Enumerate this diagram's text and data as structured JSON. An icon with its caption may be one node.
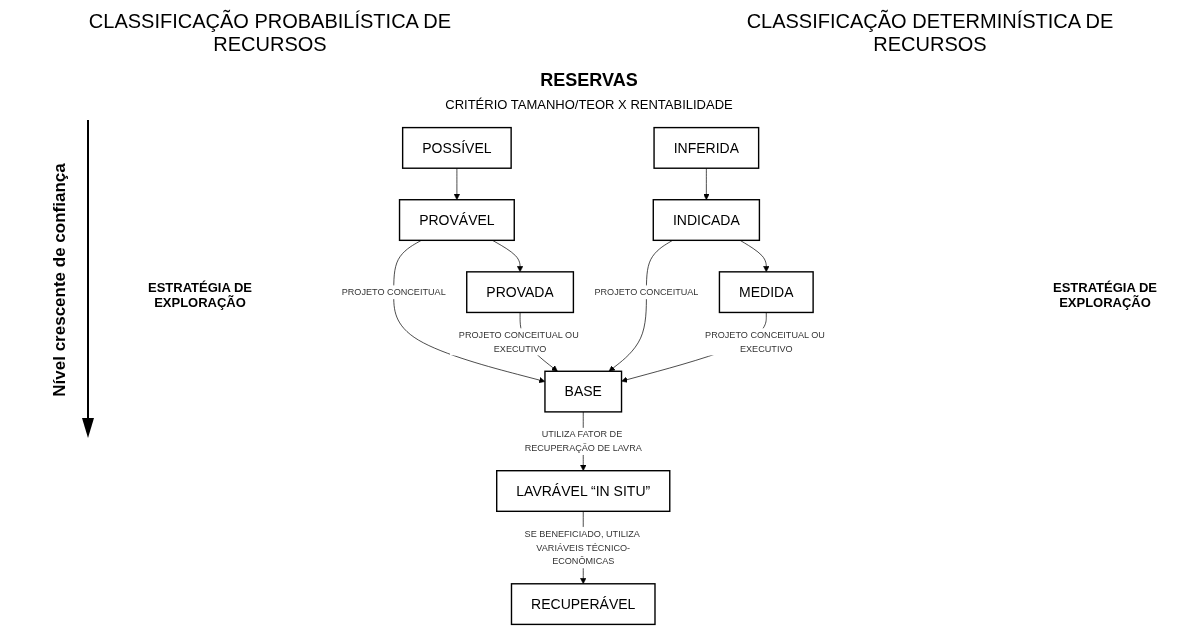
{
  "diagram": {
    "nodes": [
      {
        "text": [
          "POSSÍVEL"
        ]
      },
      {
        "text": [
          "PROVÁVEL"
        ]
      },
      {
        "text": [
          "PROVADA"
        ]
      },
      {
        "text": [
          "INFERIDA"
        ]
      },
      {
        "text": [
          "INDICADA"
        ]
      },
      {
        "text": [
          "MEDIDA"
        ]
      },
      {
        "text": [
          "BASE"
        ]
      },
      {
        "text": [
          "LAVRÁVEL “IN SITU”"
        ]
      },
      {
        "text": [
          "RECUPERÁVEL"
        ]
      }
    ],
    "edges": [
      {
        "from": 0,
        "to": 1,
        "arrow": "to"
      },
      {
        "from": 1,
        "to": 2,
        "arrow": "to"
      },
      {
        "from": 3,
        "to": 4,
        "arrow": "to"
      },
      {
        "from": 4,
        "to": 5,
        "arrow": "to"
      },
      {
        "from": 1,
        "to": 6,
        "arrow": "to",
        "label": "PROJETO CONCEITUAL"
      },
      {
        "from": 2,
        "to": 6,
        "arrow": "to",
        "label": "PROJETO CONCEITUAL OU EXECUTIVO"
      },
      {
        "from": 4,
        "to": 6,
        "arrow": "to",
        "label": "PROJETO CONCEITUAL"
      },
      {
        "from": 5,
        "to": 6,
        "arrow": "to",
        "label": "PROJETO CONCEITUAL OU EXECUTIVO"
      },
      {
        "from": 6,
        "to": 7,
        "arrow": "to",
        "label": "UTILIZA FATOR DE RECUPERAÇÃO DE LAVRA"
      },
      {
        "from": 7,
        "to": 8,
        "arrow": "to",
        "label": "SE BENEFICIADO, UTILIZA VARIÁVEIS TÉCNICO-ECONÔMICAS"
      }
    ],
    "labels": [
      "CLASSIFICAÇÃO PROBABILÍSTICA DE RECURSOS",
      "CLASSIFICAÇÃO DETERMINÍSTICA DE RECURSOS",
      "Nível crescente de confiança",
      "RESERVAS",
      "CRITÉRIO TAMANHO/TEOR X RENTABILIDADE",
      "ESTRATÉGIA DE EXPLORAÇÃO",
      "ESTRATÉGIA DE EXPLORAÇÃO"
    ]
  }
}
